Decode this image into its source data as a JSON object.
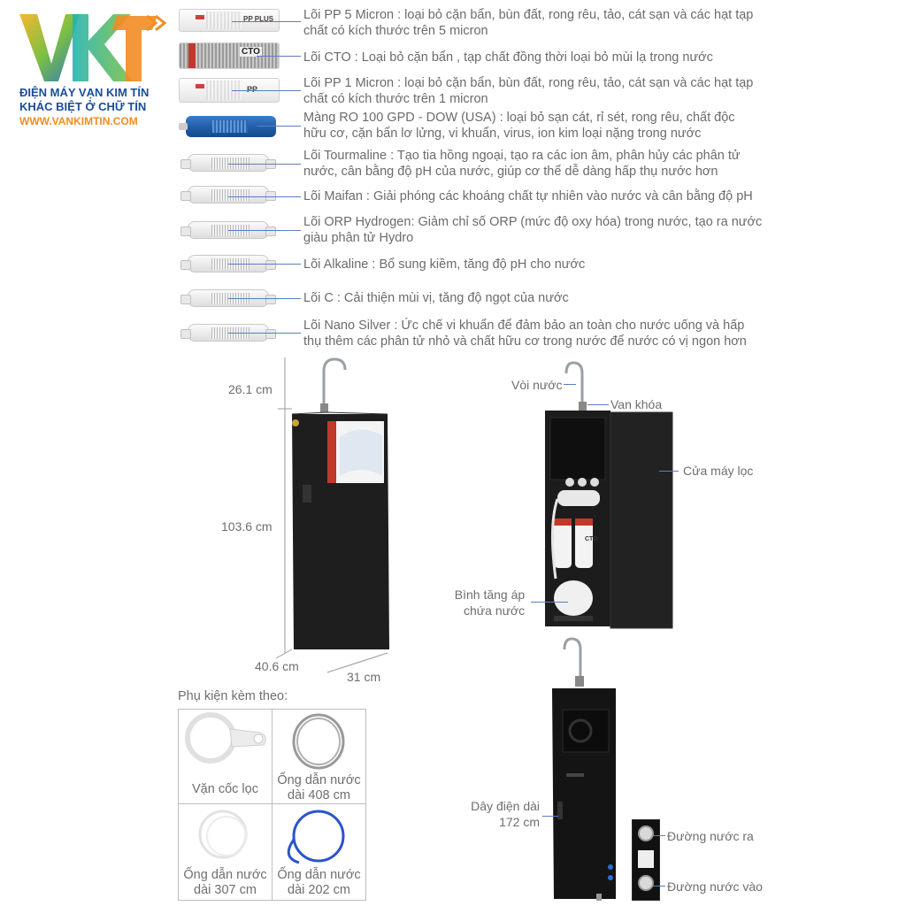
{
  "brand": {
    "logo_letters": "VKT",
    "line1": "ĐIỆN MÁY VẠN KIM TÍN",
    "line2": "KHÁC BIỆT Ở CHỮ TÍN",
    "line3": "WWW.VANKIMTIN.COM",
    "colors": {
      "blue": "#1b4c9a",
      "orange": "#f28c22",
      "green": "#7cc043"
    }
  },
  "filters": [
    {
      "line1": "Lõi PP 5 Micron : loại bỏ cặn bẩn, bùn đất, rong rêu, tảo, cát sạn và các hạt tạp",
      "line2": "chất có kích thước trên 5 micron",
      "label": "PP PLUS"
    },
    {
      "line1": "Lõi CTO : Loại bỏ cặn bẩn , tạp chất đồng thời loại bỏ mùi lạ trong nước",
      "line2": "",
      "label": "CTO"
    },
    {
      "line1": "Lõi PP 1 Micron  : loại bỏ cặn bẩn, bùn đất, rong rêu, tảo, cát sạn và các hạt tạp",
      "line2": "chất có kích thước trên 1 micron",
      "label": "PP"
    },
    {
      "line1": "Màng RO 100 GPD - DOW (USA) : loại bỏ sạn cát, rỉ sét, rong rêu, chất độc",
      "line2": "hữu cơ, cặn bẩn lơ lửng, vi khuẩn, virus, ion kim loại nặng trong nước",
      "label": ""
    },
    {
      "line1": "Lõi Tourmaline : Tạo tia hồng ngoại, tạo ra các ion âm, phân hủy các phân tử",
      "line2": "nước, cân bằng độ pH của nước, giúp cơ thể dễ dàng hấp thụ nước hơn",
      "label": ""
    },
    {
      "line1": "Lõi Maifan : Giải phóng các khoáng chất tự nhiên vào nước và cân bằng độ pH",
      "line2": "",
      "label": ""
    },
    {
      "line1": "Lõi ORP Hydrogen: Giảm chỉ số ORP (mức độ oxy hóa) trong nước, tạo ra nước",
      "line2": "giàu phân tử Hydro",
      "label": ""
    },
    {
      "line1": "Lõi Alkaline : Bổ sung kiềm, tăng độ pH cho nước",
      "line2": "",
      "label": ""
    },
    {
      "line1": "Lõi C : Cải thiện mùi vị, tăng độ ngọt của nước",
      "line2": "",
      "label": ""
    },
    {
      "line1": "Lõi Nano Silver : Ức chế vi khuẩn để đảm bảo an toàn cho nước uống và hấp",
      "line2": "thụ thêm các phân tử nhỏ và chất hữu cơ trong nước để nước có vị ngon hơn",
      "label": ""
    }
  ],
  "dimensions": {
    "faucet": "26.1 cm",
    "height": "103.6 cm",
    "depth": "40.6 cm",
    "width": "31 cm"
  },
  "open_view": {
    "faucet": "Vòi nước",
    "valve": "Van khóa",
    "door": "Cửa máy lọc",
    "tank_line1": "Bình tăng áp",
    "tank_line2": "chứa nước",
    "cto": "CTO"
  },
  "accessories": {
    "title": "Phụ kiện kèm theo:",
    "items": [
      {
        "line1": "Vặn cốc lọc",
        "line2": ""
      },
      {
        "line1": "Ống dẫn nước",
        "line2": "dài 408 cm"
      },
      {
        "line1": "Ống dẫn nước",
        "line2": "dài 307 cm"
      },
      {
        "line1": "Ống dẫn nước",
        "line2": "dài 202 cm"
      }
    ]
  },
  "back_view": {
    "cord_line1": "Dây điện dài",
    "cord_line2": "172 cm",
    "outlet": "Đường nước ra",
    "inlet": "Đường nước vào"
  }
}
